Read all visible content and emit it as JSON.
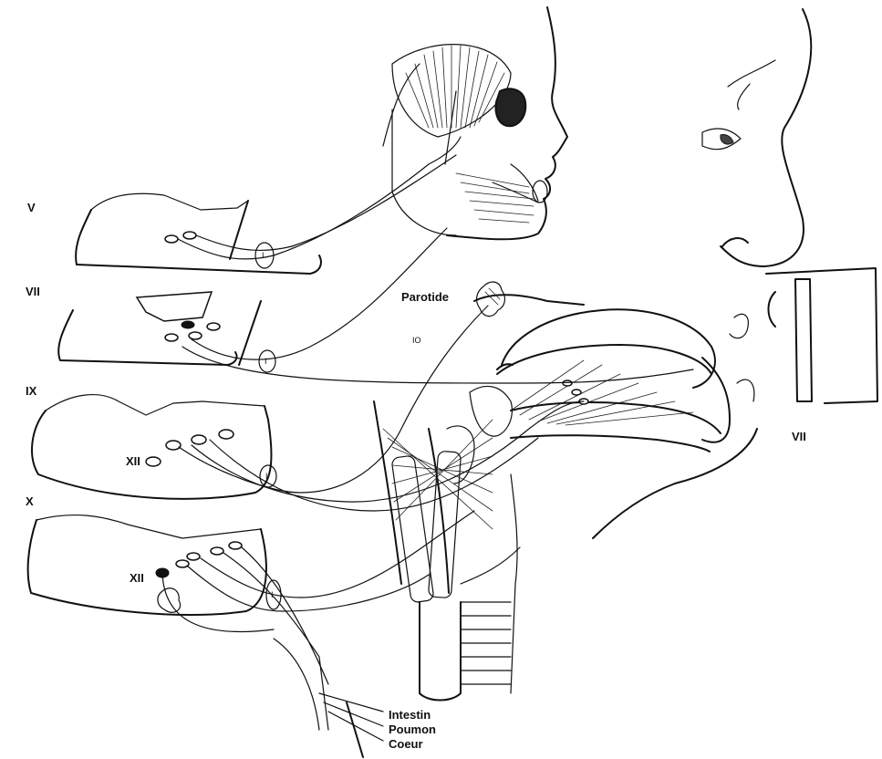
{
  "cranial_nerve_labels": {
    "v": "V",
    "vii": "VII",
    "ix": "IX",
    "x": "X",
    "vii_right": "VII"
  },
  "nucleus_labels": {
    "xii_upper": "XII",
    "xii_lower": "XII"
  },
  "organ_labels": {
    "parotide": "Parotide",
    "intestin": "Intestin",
    "poumon": "Poumon",
    "coeur": "Coeur"
  },
  "ganglion_marks": {
    "v_mark": "I",
    "vii_mark": "I",
    "ix_mark": "I",
    "x_mark": "I",
    "parotid_mark": "IO"
  }
}
